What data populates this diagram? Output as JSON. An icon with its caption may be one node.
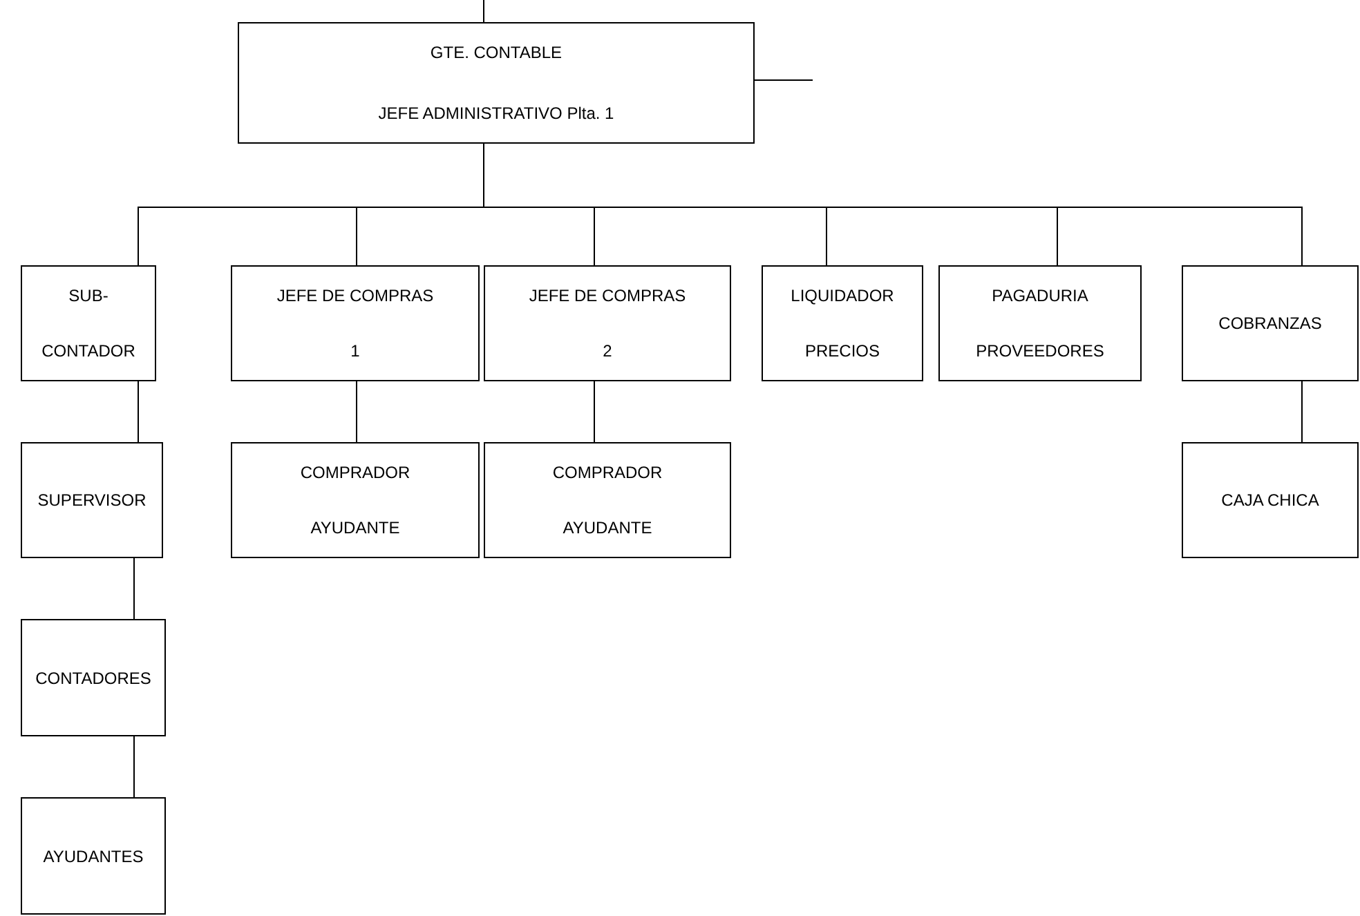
{
  "diagram": {
    "nodes": [
      {
        "text": [
          "GTE. CONTABLE",
          "JEFE ADMINISTRATIVO Plta. 1"
        ]
      },
      {
        "text": [
          "SUB- CONTADOR"
        ]
      },
      {
        "text": [
          "JEFE DE COMPRAS 1"
        ]
      },
      {
        "text": [
          "JEFE DE COMPRAS 2"
        ]
      },
      {
        "text": [
          "LIQUIDADOR PRECIOS"
        ]
      },
      {
        "text": [
          "PAGADURIA PROVEEDORES"
        ]
      },
      {
        "text": [
          "COBRANZAS"
        ]
      },
      {
        "text": [
          "SUPERVISOR"
        ]
      },
      {
        "text": [
          "COMPRADOR AYUDANTE"
        ]
      },
      {
        "text": [
          "COMPRADOR AYUDANTE"
        ]
      },
      {
        "text": [
          "CAJA CHICA"
        ]
      },
      {
        "text": [
          "CONTADORES"
        ]
      },
      {
        "text": [
          "AYUDANTES"
        ]
      }
    ],
    "edges": [
      {
        "from": null,
        "to": 0,
        "arrow": "none"
      },
      {
        "from": 0,
        "to": null,
        "arrow": "none"
      },
      {
        "from": 0,
        "to": 1,
        "arrow": "none"
      },
      {
        "from": 0,
        "to": 2,
        "arrow": "none"
      },
      {
        "from": 0,
        "to": 3,
        "arrow": "none"
      },
      {
        "from": 0,
        "to": 4,
        "arrow": "none"
      },
      {
        "from": 0,
        "to": 5,
        "arrow": "none"
      },
      {
        "from": 0,
        "to": 6,
        "arrow": "none"
      },
      {
        "from": 1,
        "to": 7,
        "arrow": "none"
      },
      {
        "from": 2,
        "to": 8,
        "arrow": "none"
      },
      {
        "from": 3,
        "to": 9,
        "arrow": "none"
      },
      {
        "from": 6,
        "to": 10,
        "arrow": "none"
      },
      {
        "from": 7,
        "to": 11,
        "arrow": "none"
      },
      {
        "from": 11,
        "to": 12,
        "arrow": "none"
      }
    ]
  }
}
